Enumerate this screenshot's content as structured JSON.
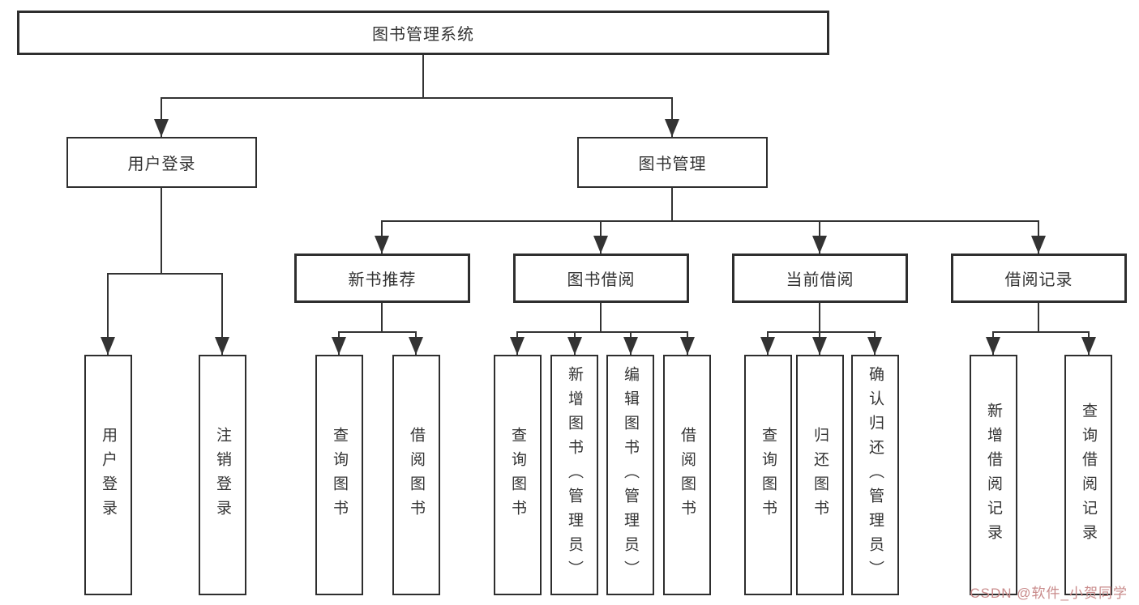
{
  "colors": {
    "line": "#333333",
    "box_border": "#2e2e2e",
    "background": "#ffffff",
    "watermark": "#c98b8b"
  },
  "watermark": {
    "text": "CSDN @软件_小贺同学"
  },
  "tree": {
    "label": "图书管理系统",
    "children": [
      {
        "label": "用户登录",
        "children": [
          {
            "label": "用户登录"
          },
          {
            "label": "注销登录"
          }
        ]
      },
      {
        "label": "图书管理",
        "children": [
          {
            "label": "新书推荐",
            "children": [
              {
                "label": "查询图书"
              },
              {
                "label": "借阅图书"
              }
            ]
          },
          {
            "label": "图书借阅",
            "children": [
              {
                "label": "查询图书"
              },
              {
                "label": "新增图书（管理员）"
              },
              {
                "label": "编辑图书（管理员）"
              },
              {
                "label": "借阅图书"
              }
            ]
          },
          {
            "label": "当前借阅",
            "children": [
              {
                "label": "查询图书"
              },
              {
                "label": "归还图书"
              },
              {
                "label": "确认归还（管理员）"
              }
            ]
          },
          {
            "label": "借阅记录",
            "children": [
              {
                "label": "新增借阅记录"
              },
              {
                "label": "查询借阅记录"
              }
            ]
          }
        ]
      }
    ]
  }
}
